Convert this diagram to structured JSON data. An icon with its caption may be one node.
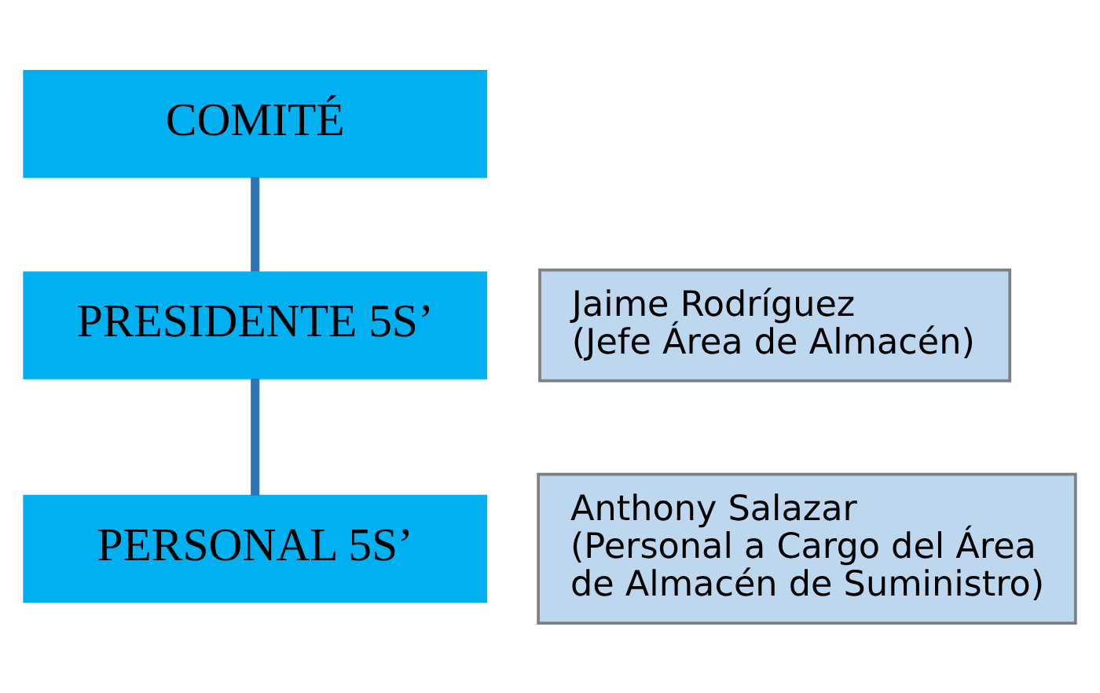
{
  "diagram": {
    "nodes": [
      {
        "text": [
          "COMITÉ"
        ]
      },
      {
        "text": [
          "PRESIDENTE 5S’"
        ]
      },
      {
        "text": [
          "Jaime Rodríguez",
          "(Jefe Área de Almacén)"
        ]
      },
      {
        "text": [
          "PERSONAL 5S’"
        ]
      },
      {
        "text": [
          "Anthony Salazar",
          "(Personal a Cargo del Área de Almacén de Suministro)"
        ]
      }
    ],
    "edges": [
      {
        "from": 0,
        "to": 1,
        "arrow": "none"
      },
      {
        "from": 1,
        "to": 3,
        "arrow": "none"
      }
    ]
  }
}
